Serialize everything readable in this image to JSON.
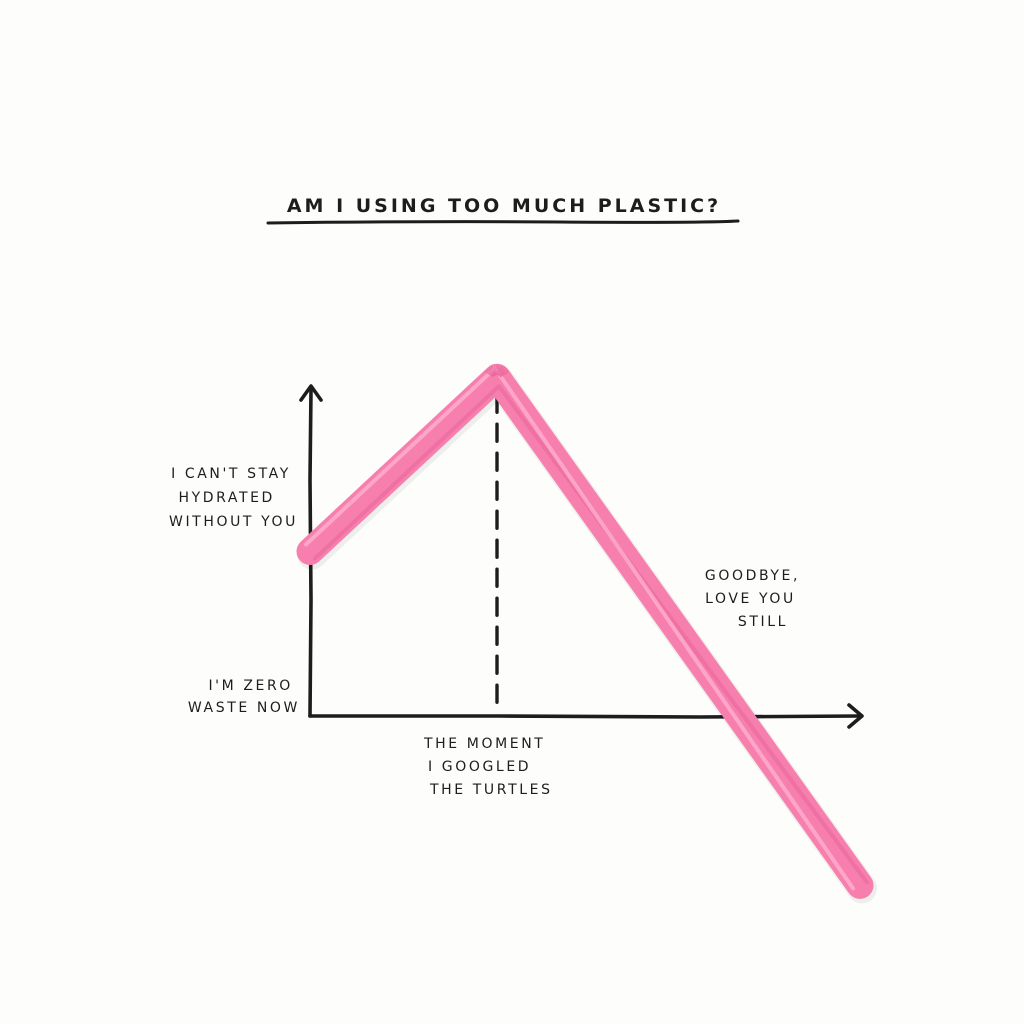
{
  "chart_data": {
    "type": "line",
    "title": "AM I USING TOO MUCH PLASTIC?",
    "y_tick_labels": {
      "top": [
        "I CAN'T STAY",
        "HYDRATED",
        "WITHOUT YOU"
      ],
      "bottom": [
        "I'M ZERO",
        "WASTE NOW"
      ]
    },
    "x_marker_label": [
      "THE MOMENT",
      "I GOOGLED",
      "THE TURTLES"
    ],
    "annotation": [
      "GOODBYE,",
      "LOVE YOU",
      "STILL"
    ],
    "series": [
      {
        "points": [
          {
            "x": 0,
            "y": 0.68
          },
          {
            "x": 0.34,
            "y": 1.4
          },
          {
            "x": 1.0,
            "y": -0.7
          }
        ]
      }
    ],
    "marker_x": 0.34,
    "xlim": [
      0,
      1.0
    ],
    "ylim": [
      0,
      1
    ],
    "grid": false,
    "legend": "none",
    "colors": {
      "straw": "#f77fae",
      "straw_highlight": "#ffb3d0",
      "straw_shadow": "#e9659a",
      "ink": "#1d1d1d",
      "background": "#fdfdfb"
    }
  }
}
